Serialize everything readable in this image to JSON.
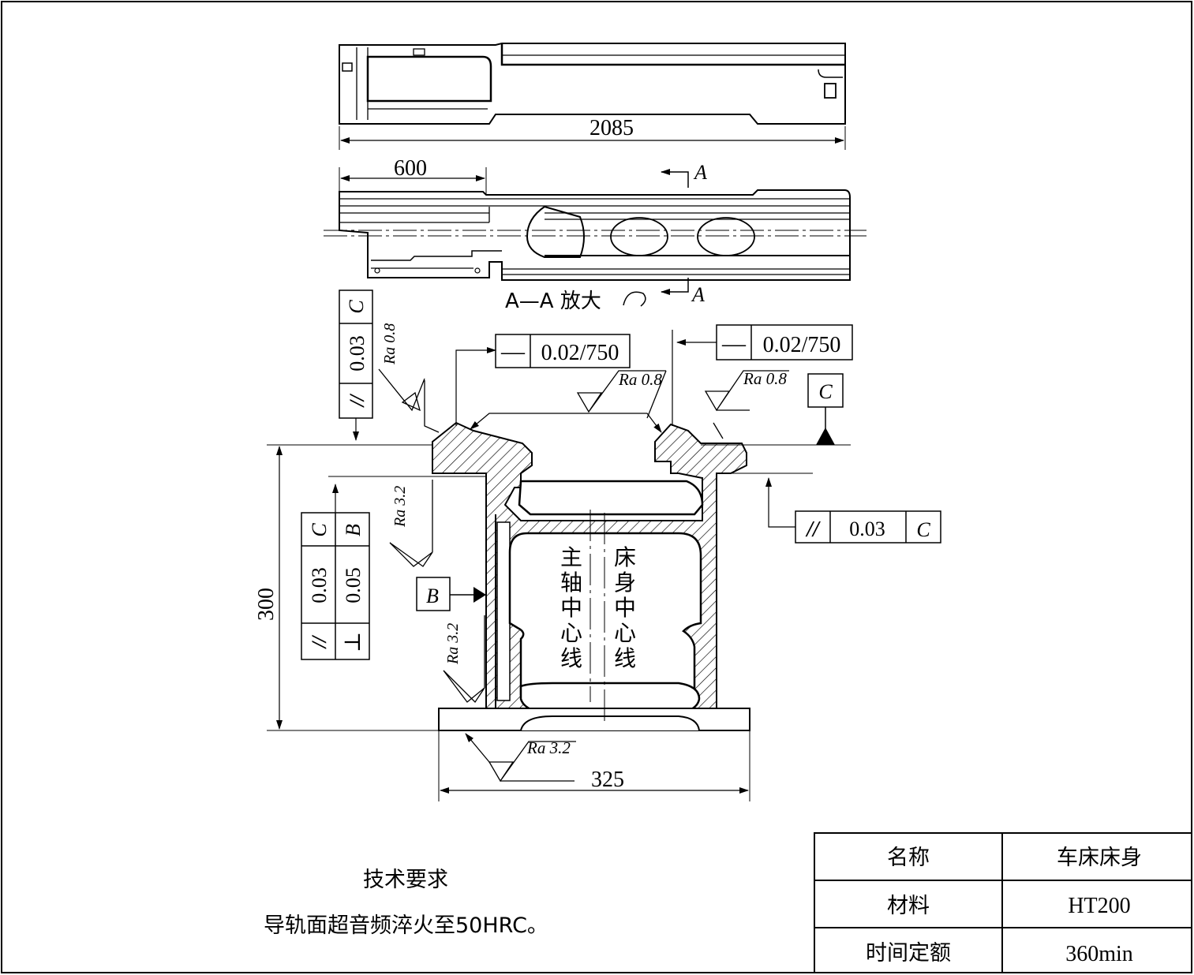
{
  "top_view": {
    "length_dim": "2085"
  },
  "mid_view": {
    "dim_600": "600",
    "section_letter": "A",
    "section_caption": "A—A 放大"
  },
  "section": {
    "flatness_left": {
      "symbol": "—",
      "value": "0.02/750"
    },
    "flatness_right": {
      "symbol": "—",
      "value": "0.02/750"
    },
    "parallel_left": {
      "symbol": "//",
      "value": "0.03",
      "datum": "C"
    },
    "parallel_right": {
      "symbol": "//",
      "value": "0.03",
      "datum": "C"
    },
    "combo_frame": {
      "parallel": {
        "symbol": "//",
        "value": "0.03",
        "datum": "C"
      },
      "perpendicular": {
        "symbol": "⊥",
        "value": "0.05",
        "datum": "B"
      }
    },
    "datum_b": "B",
    "datum_c": "C",
    "roughness": {
      "top_left_guide": "Ra 0.8",
      "top_center": "Ra 0.8",
      "top_right": "Ra 0.8",
      "left_flange": "Ra 3.2",
      "left_wall": "Ra 3.2",
      "base": "Ra 3.2"
    },
    "label_spindle": [
      "主",
      "轴",
      "中",
      "心",
      "线"
    ],
    "label_bed": [
      "床",
      "身",
      "中",
      "心",
      "线"
    ],
    "dim_height": "300",
    "dim_width": "325"
  },
  "tech_requirements": {
    "title": "技术要求",
    "text": "导轨面超音频淬火至50HRC。"
  },
  "title_block": {
    "rows": [
      {
        "label": "名称",
        "value": "车床床身"
      },
      {
        "label": "材料",
        "value": "HT200"
      },
      {
        "label": "时间定额",
        "value": "360min"
      }
    ]
  }
}
